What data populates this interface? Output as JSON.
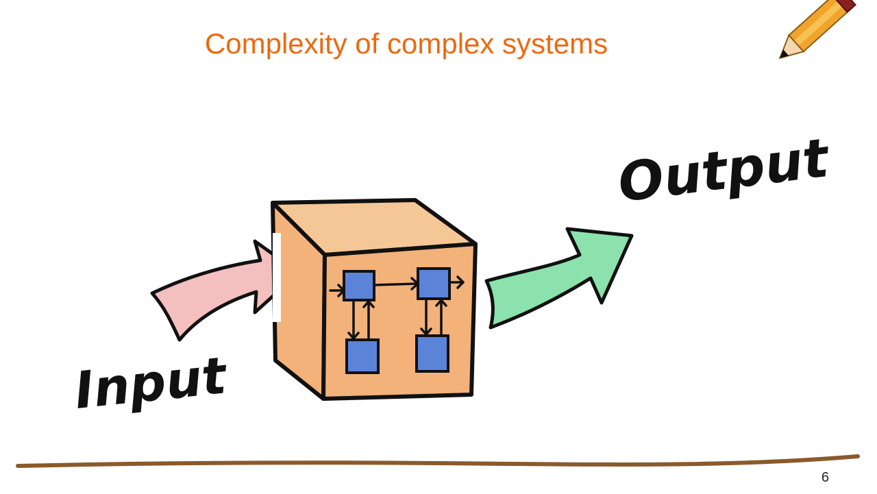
{
  "slide": {
    "title": "Complexity of complex systems",
    "page_number": "6"
  },
  "diagram": {
    "input_label": "Input",
    "output_label": "Output",
    "colors": {
      "title": "#ec6a10",
      "box_fill": "#f2b27a",
      "box_top": "#f6c796",
      "input_arrow": "#e98a8a",
      "output_arrow": "#3fcf74",
      "inner_node": "#5b83d8",
      "outline": "#111111",
      "ground_line": "#8b5a2b",
      "pencil_body": "#f0a42a",
      "pencil_eraser": "#8b1e1e"
    },
    "icons": [
      "pencil-icon"
    ]
  }
}
